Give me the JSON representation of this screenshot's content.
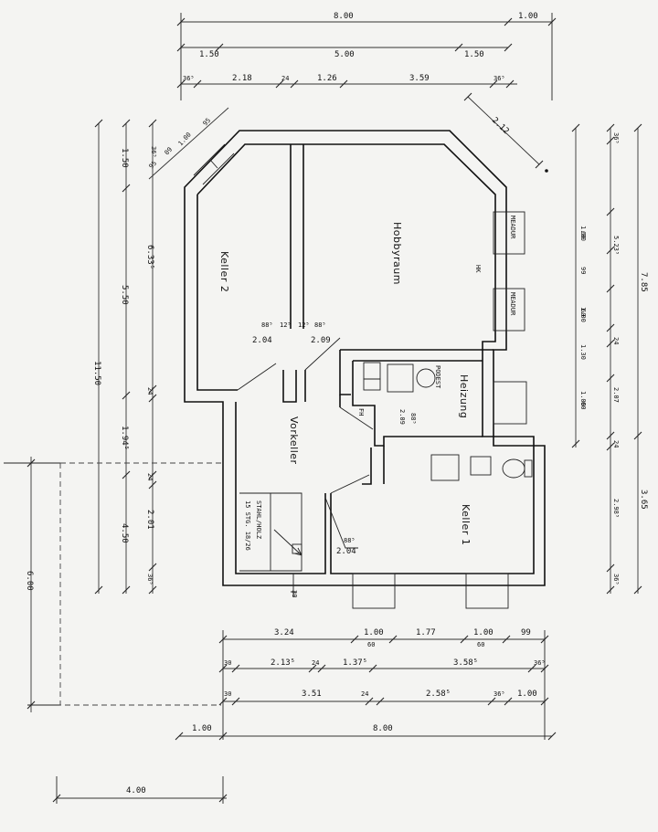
{
  "rooms": {
    "keller2": "Keller 2",
    "hobbyraum": "Hobbyraum",
    "vorkeller": "Vorkeller",
    "heizung": "Heizung",
    "keller1": "Keller 1"
  },
  "labels": {
    "meadur_top": "MEADUR",
    "meadur_mid": "MEADUR",
    "hk": "HK",
    "podest": "PODEST",
    "fh": "FH",
    "stair1": "STAHL/HOLZ",
    "stair2": "15 STG. 18/26",
    "door_k2": "2.04",
    "door_k2_w": "88⁵",
    "door_hobby": "2.09",
    "door_hobby_w": "88⁵",
    "door_heiz": "2.09",
    "door_heiz_w": "88⁵",
    "door_k1": "2.04",
    "door_k1_w": "88⁵",
    "wall_a": "12⁵",
    "wall_b": "12⁵",
    "mark_30": "30"
  },
  "dims_top": {
    "r1": [
      "8.00",
      "1.00"
    ],
    "r2": [
      "1.50",
      "5.00",
      "1.50"
    ],
    "r3": [
      "36⁵",
      "2.18",
      "24",
      "1.26",
      "3.59",
      "36⁵"
    ],
    "diag": "2.12"
  },
  "dims_left": {
    "outer": "11.50",
    "mid": [
      "1.50",
      "5.50",
      "1.94⁵",
      "4.50"
    ],
    "inner": [
      "6.33⁵",
      "24",
      "24",
      "2.01",
      "36⁵"
    ],
    "corner": [
      "95",
      "09",
      "1.00",
      "95",
      "36⁵"
    ],
    "lower": "6.00"
  },
  "dims_right": {
    "inner": [
      "36⁵",
      "1.00",
      "60",
      "99",
      "1.00",
      "60",
      "1.30",
      "24",
      "1.00",
      "60",
      "24",
      "2.98⁵",
      "36⁵"
    ],
    "mid": [
      "5.23⁵",
      "2.07"
    ],
    "outer": [
      "7.85",
      "3.65"
    ]
  },
  "dims_bottom": {
    "r1": [
      "3.24",
      "1.00",
      "1.77",
      "1.00",
      "99"
    ],
    "r1_sub": [
      "60",
      "60"
    ],
    "r2": [
      "30",
      "2.13⁵",
      "24",
      "1.37⁵",
      "3.58⁵",
      "36⁵"
    ],
    "r3": [
      "30",
      "3.51",
      "24",
      "2.58⁵",
      "36⁵",
      "1.00"
    ],
    "r4": [
      "1.00",
      "8.00"
    ],
    "r5": "4.00"
  }
}
